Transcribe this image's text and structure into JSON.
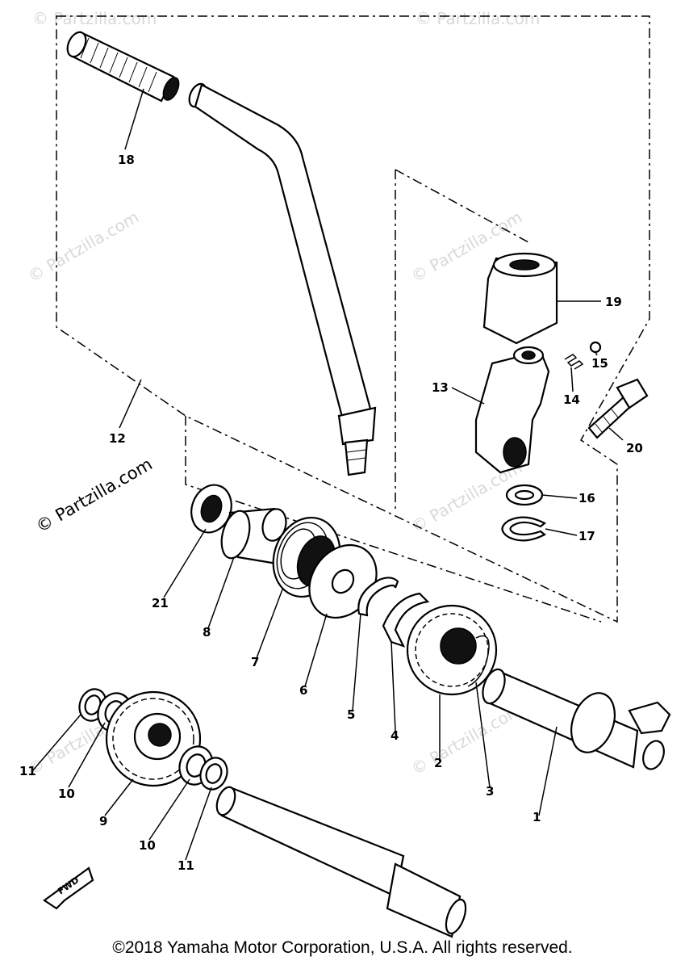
{
  "watermark": {
    "text": "© Partzilla.com",
    "small": "Partzilla.com"
  },
  "callouts": {
    "c1": "1",
    "c2": "2",
    "c3": "3",
    "c4": "4",
    "c5": "5",
    "c6": "6",
    "c7": "7",
    "c8": "8",
    "c9": "9",
    "c10a": "10",
    "c10b": "10",
    "c11a": "11",
    "c11b": "11",
    "c12": "12",
    "c13": "13",
    "c14": "14",
    "c15": "15",
    "c16": "16",
    "c17": "17",
    "c18": "18",
    "c19": "19",
    "c20": "20",
    "c21": "21"
  },
  "fwd_label": "FWD",
  "copyright": "©2018 Yamaha Motor Corporation, U.S.A. All rights reserved."
}
